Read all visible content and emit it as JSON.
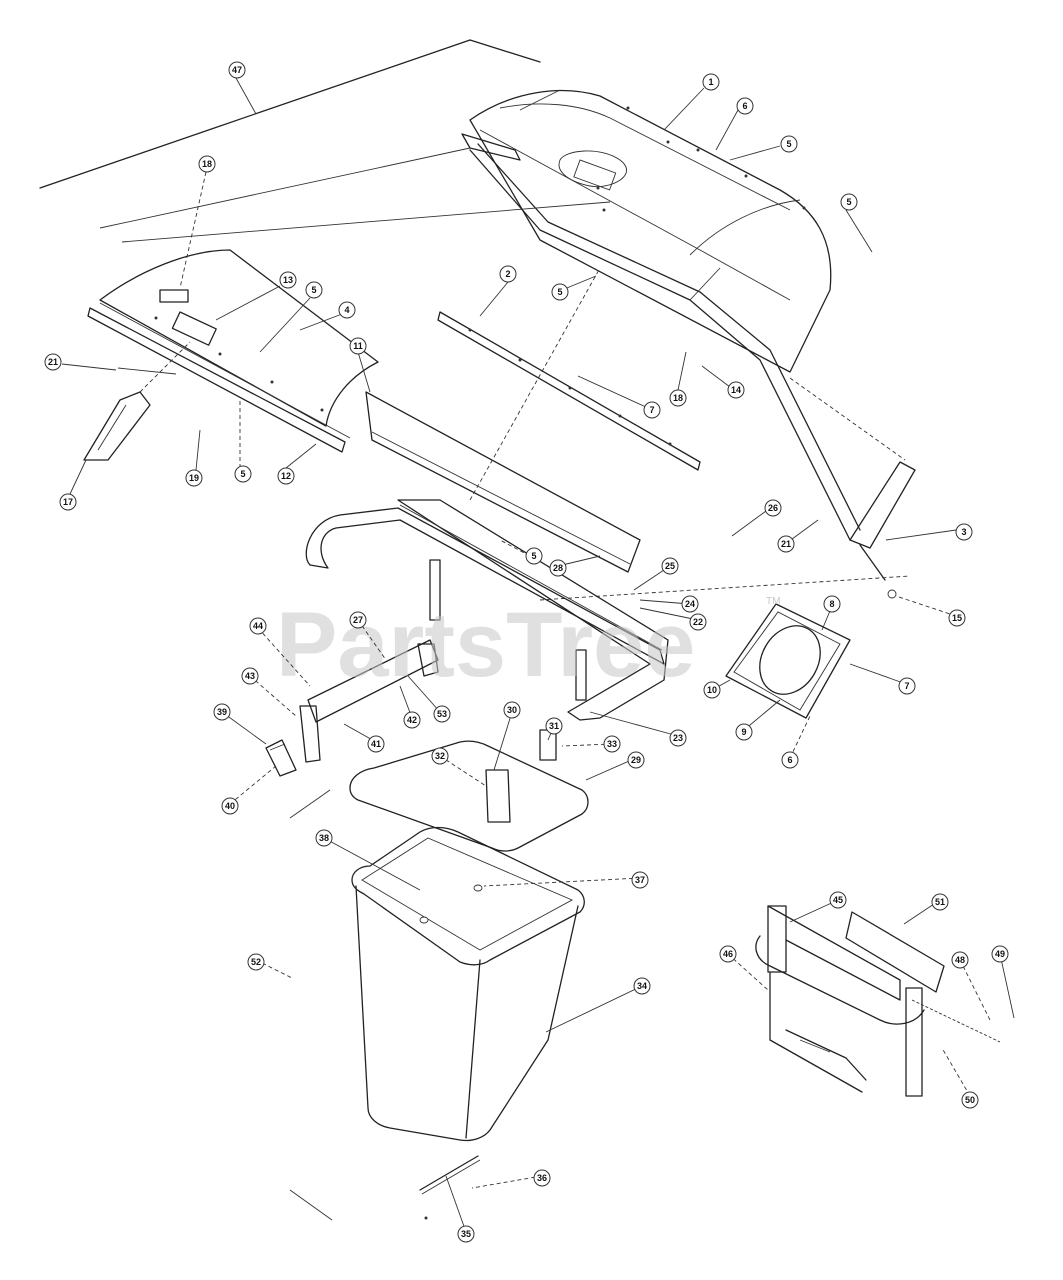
{
  "watermark": {
    "text": "PartsTree",
    "trademark": "TM"
  },
  "callouts": [
    {
      "id": "c47",
      "label": "47"
    },
    {
      "id": "c1",
      "label": "1"
    },
    {
      "id": "c6a",
      "label": "6"
    },
    {
      "id": "c5a",
      "label": "5"
    },
    {
      "id": "c5b",
      "label": "5"
    },
    {
      "id": "c18a",
      "label": "18"
    },
    {
      "id": "c13",
      "label": "13"
    },
    {
      "id": "c5c",
      "label": "5"
    },
    {
      "id": "c4",
      "label": "4"
    },
    {
      "id": "c21a",
      "label": "21"
    },
    {
      "id": "c17",
      "label": "17"
    },
    {
      "id": "c19",
      "label": "19"
    },
    {
      "id": "c5d",
      "label": "5"
    },
    {
      "id": "c12",
      "label": "12"
    },
    {
      "id": "c2",
      "label": "2"
    },
    {
      "id": "c5e",
      "label": "5"
    },
    {
      "id": "c11",
      "label": "11"
    },
    {
      "id": "c7a",
      "label": "7"
    },
    {
      "id": "c18b",
      "label": "18"
    },
    {
      "id": "c14",
      "label": "14"
    },
    {
      "id": "c26",
      "label": "26"
    },
    {
      "id": "c21b",
      "label": "21"
    },
    {
      "id": "c3",
      "label": "3"
    },
    {
      "id": "c5f",
      "label": "5"
    },
    {
      "id": "c28",
      "label": "28"
    },
    {
      "id": "c25",
      "label": "25"
    },
    {
      "id": "c24",
      "label": "24"
    },
    {
      "id": "c22",
      "label": "22"
    },
    {
      "id": "c15",
      "label": "15"
    },
    {
      "id": "c8",
      "label": "8"
    },
    {
      "id": "c7b",
      "label": "7"
    },
    {
      "id": "c10",
      "label": "10"
    },
    {
      "id": "c9",
      "label": "9"
    },
    {
      "id": "c6b",
      "label": "6"
    },
    {
      "id": "c44",
      "label": "44"
    },
    {
      "id": "c27",
      "label": "27"
    },
    {
      "id": "c43",
      "label": "43"
    },
    {
      "id": "c42",
      "label": "42"
    },
    {
      "id": "c53",
      "label": "53"
    },
    {
      "id": "c39",
      "label": "39"
    },
    {
      "id": "c41",
      "label": "41"
    },
    {
      "id": "c40",
      "label": "40"
    },
    {
      "id": "c30",
      "label": "30"
    },
    {
      "id": "c31",
      "label": "31"
    },
    {
      "id": "c33",
      "label": "33"
    },
    {
      "id": "c23",
      "label": "23"
    },
    {
      "id": "c32",
      "label": "32"
    },
    {
      "id": "c29",
      "label": "29"
    },
    {
      "id": "c38",
      "label": "38"
    },
    {
      "id": "c37",
      "label": "37"
    },
    {
      "id": "c52",
      "label": "52"
    },
    {
      "id": "c34",
      "label": "34"
    },
    {
      "id": "c45",
      "label": "45"
    },
    {
      "id": "c51",
      "label": "51"
    },
    {
      "id": "c46",
      "label": "46"
    },
    {
      "id": "c48",
      "label": "48"
    },
    {
      "id": "c49",
      "label": "49"
    },
    {
      "id": "c50",
      "label": "50"
    },
    {
      "id": "c36",
      "label": "36"
    },
    {
      "id": "c35",
      "label": "35"
    }
  ]
}
